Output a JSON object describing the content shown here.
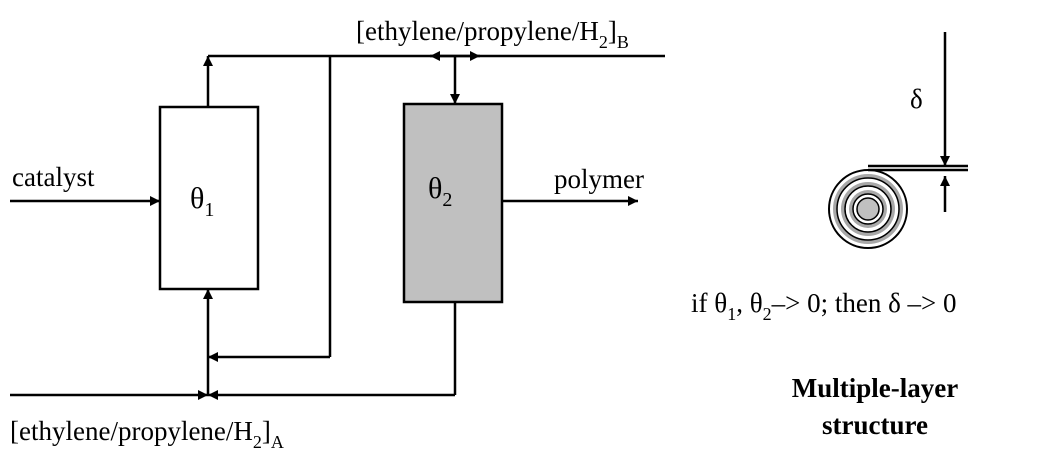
{
  "stream_b": {
    "prefix": "[ethylene/propylene/H",
    "sub2": "2",
    "suffix": "]",
    "subscript": "B"
  },
  "stream_a": {
    "prefix": "[ethylene/propylene/H",
    "sub2": "2",
    "suffix": "]",
    "subscript": "A"
  },
  "reactor1": {
    "symbol": "θ",
    "subscript": "1",
    "fill": "#ffffff"
  },
  "reactor2": {
    "symbol": "θ",
    "subscript": "2",
    "fill": "#c0c0c0"
  },
  "inputs": {
    "catalyst": "catalyst"
  },
  "outputs": {
    "polymer": "polymer"
  },
  "layer": {
    "delta": "δ",
    "condition": {
      "prefix": "if θ",
      "sub1": "1",
      "mid1": ", θ",
      "sub2": "2",
      "mid2": "–> 0; then δ –> 0"
    },
    "caption_line1": "Multiple-layer",
    "caption_line2": "structure",
    "ring_color": "#a8a8a8",
    "core_color": "#c0c0c0"
  }
}
